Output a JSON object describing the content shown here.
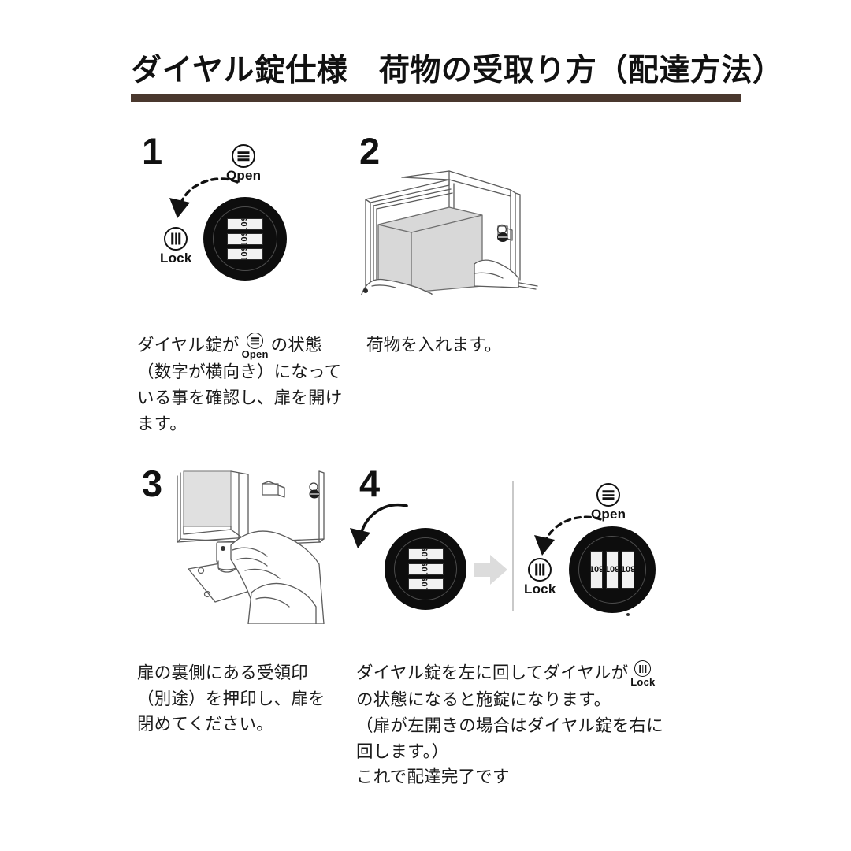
{
  "document": {
    "title": "ダイヤル錠仕様　荷物の受取り方（配達方法）",
    "accent_color": "#4a382e",
    "background_color": "#ffffff",
    "text_color": "#1a1a1a"
  },
  "badges": {
    "open": {
      "label": "Open",
      "icon": "three-horizontal-bars-in-circle"
    },
    "lock": {
      "label": "Lock",
      "icon": "three-vertical-bars-in-circle"
    }
  },
  "dial": {
    "unlocked_digits": [
      "109",
      "109",
      "109"
    ],
    "locked_digits": [
      "109",
      "109",
      "109"
    ],
    "unlocked_orientation": "horizontal",
    "locked_orientation": "vertical",
    "body_color": "#0d0d0d",
    "window_color": "#f2f2f2"
  },
  "steps": [
    {
      "number": "1",
      "illustration": "dial-open-state-with-arrow",
      "caption_lines": [
        "ダイヤル錠が",
        "の状態",
        "（数字が横向き）になって",
        "いる事を確認し、扉を開け",
        "ます。"
      ]
    },
    {
      "number": "2",
      "illustration": "hands-placing-parcel-into-open-box",
      "caption_lines": [
        "荷物を入れます。"
      ]
    },
    {
      "number": "3",
      "illustration": "hands-stamping-receipt-seal",
      "caption_lines": [
        "扉の裏側にある受領印",
        "（別途）を押印し、扉を",
        "閉めてください。"
      ]
    },
    {
      "number": "4",
      "illustration": "dial-rotating-from-open-to-lock",
      "caption_lines": [
        "ダイヤル錠を左に回してダイヤルが",
        "の状態になると施錠になります。",
        "（扉が左開きの場合はダイヤル錠を右に",
        "回します。）",
        "これで配達完了です"
      ]
    }
  ]
}
